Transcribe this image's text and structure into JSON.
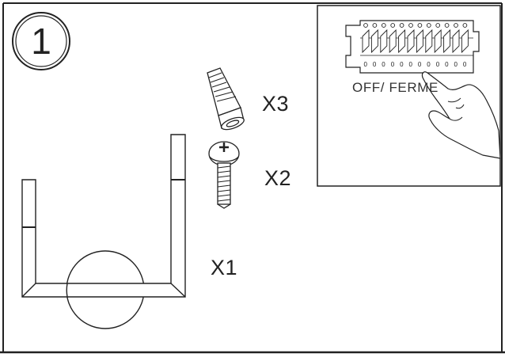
{
  "step": {
    "number": "1"
  },
  "parts": [
    {
      "name": "wire-connector",
      "quantity_label": "X3"
    },
    {
      "name": "screw",
      "quantity_label": "X2"
    },
    {
      "name": "mounting-bracket",
      "quantity_label": "X1"
    }
  ],
  "panel": {
    "label": "OFF/ FERME"
  },
  "colors": {
    "line": "#222222",
    "background": "#ffffff"
  }
}
